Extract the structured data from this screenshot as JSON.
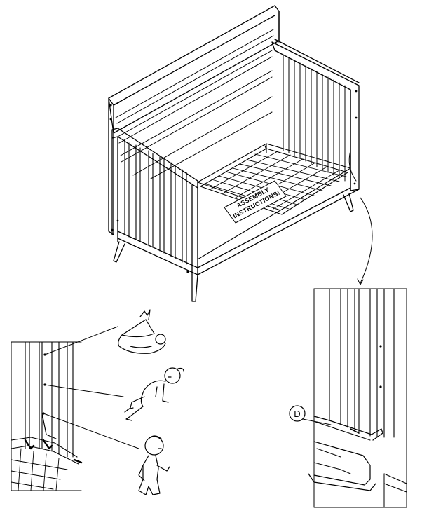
{
  "crib": {
    "mattress_label_line1": "ASSEMBLY",
    "mattress_label_line2": "INSTRUCTIONS!"
  },
  "detail": {
    "callout_letter": "D"
  },
  "stages": [
    "newborn-icon",
    "crawling-baby-icon",
    "toddler-icon"
  ]
}
